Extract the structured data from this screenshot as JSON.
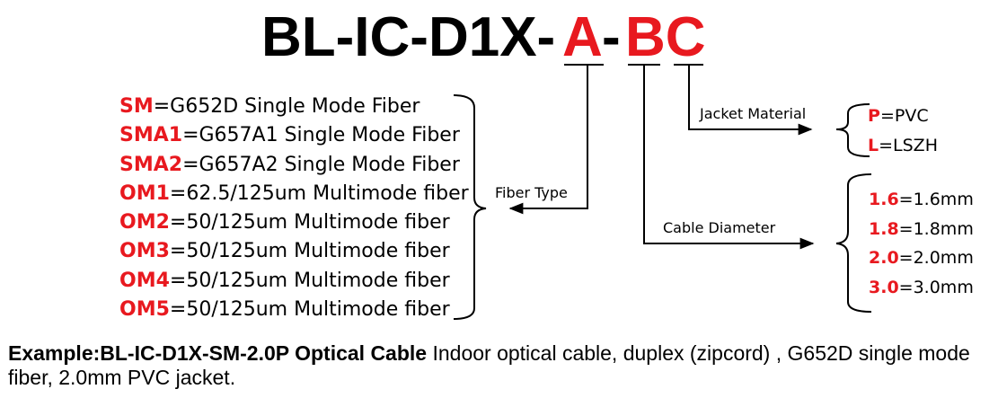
{
  "title": {
    "prefix": "BL-IC-D1X-",
    "code_a": "A",
    "dash": "-",
    "code_bc": "BC"
  },
  "fiber_type": {
    "label": "Fiber Type",
    "options": [
      {
        "code": "SM",
        "desc": "=G652D Single Mode Fiber"
      },
      {
        "code": "SMA1",
        "desc": "=G657A1 Single Mode Fiber"
      },
      {
        "code": "SMA2",
        "desc": "=G657A2 Single Mode Fiber"
      },
      {
        "code": "OM1",
        "desc": "=62.5/125um Multimode fiber"
      },
      {
        "code": "OM2",
        "desc": "=50/125um Multimode fiber"
      },
      {
        "code": "OM3",
        "desc": "=50/125um Multimode fiber"
      },
      {
        "code": "OM4",
        "desc": "=50/125um Multimode fiber"
      },
      {
        "code": "OM5",
        "desc": "=50/125um Multimode fiber"
      }
    ]
  },
  "jacket_material": {
    "label": "Jacket Material",
    "options": [
      {
        "code": "P",
        "desc": "=PVC"
      },
      {
        "code": "L",
        "desc": "=LSZH"
      }
    ]
  },
  "cable_diameter": {
    "label": "Cable Diameter",
    "options": [
      {
        "code": "1.6",
        "desc": "=1.6mm"
      },
      {
        "code": "1.8",
        "desc": "=1.8mm"
      },
      {
        "code": "2.0",
        "desc": "=2.0mm"
      },
      {
        "code": "3.0",
        "desc": "=3.0mm"
      }
    ]
  },
  "example": {
    "bold": "Example:BL-IC-D1X-SM-2.0P Optical Cable",
    "text": " Indoor optical cable, duplex (zipcord) , G652D single mode fiber, 2.0mm PVC jacket."
  },
  "colors": {
    "accent": "#e8191f",
    "text": "#000000"
  }
}
